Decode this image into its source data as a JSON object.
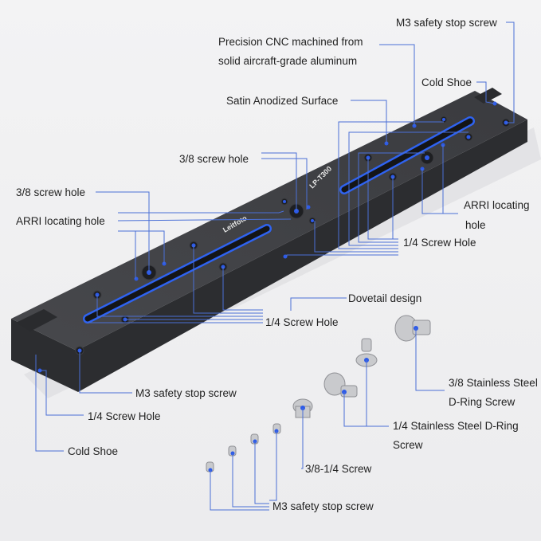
{
  "plate": {
    "brand": "Leitfoto",
    "model": "LP-T300"
  },
  "labels": {
    "m3_top": "M3 safety stop screw",
    "cnc_line1": "Precision CNC machined from",
    "cnc_line2": "solid aircraft-grade aluminum",
    "cold_shoe_top": "Cold Shoe",
    "satin": "Satin Anodized Surface",
    "screw38_mid": "3/8 screw hole",
    "screw38_left": "3/8 screw hole",
    "arri_left": "ARRI locating hole",
    "arri_right_line1": "ARRI locating",
    "arri_right_line2": "hole",
    "quarter_right": "1/4 Screw Hole",
    "dovetail": "Dovetail design",
    "quarter_mid": "1/4 Screw Hole",
    "m3_bottom": "M3 safety stop screw",
    "quarter_left": "1/4 Screw Hole",
    "cold_shoe_bottom": "Cold Shoe",
    "dring38_line1": "3/8 Stainless Steel",
    "dring38_line2": "D-Ring Screw",
    "dring14_line1": "1/4 Stainless Steel D-Ring",
    "dring14_line2": "Screw",
    "adapter": "3/8-1/4 Screw",
    "m3_screws": "M3 safety stop screw"
  },
  "colors": {
    "accent": "#2f63f0",
    "plate": "#3a3b3f",
    "background": "#f1f1f2"
  }
}
